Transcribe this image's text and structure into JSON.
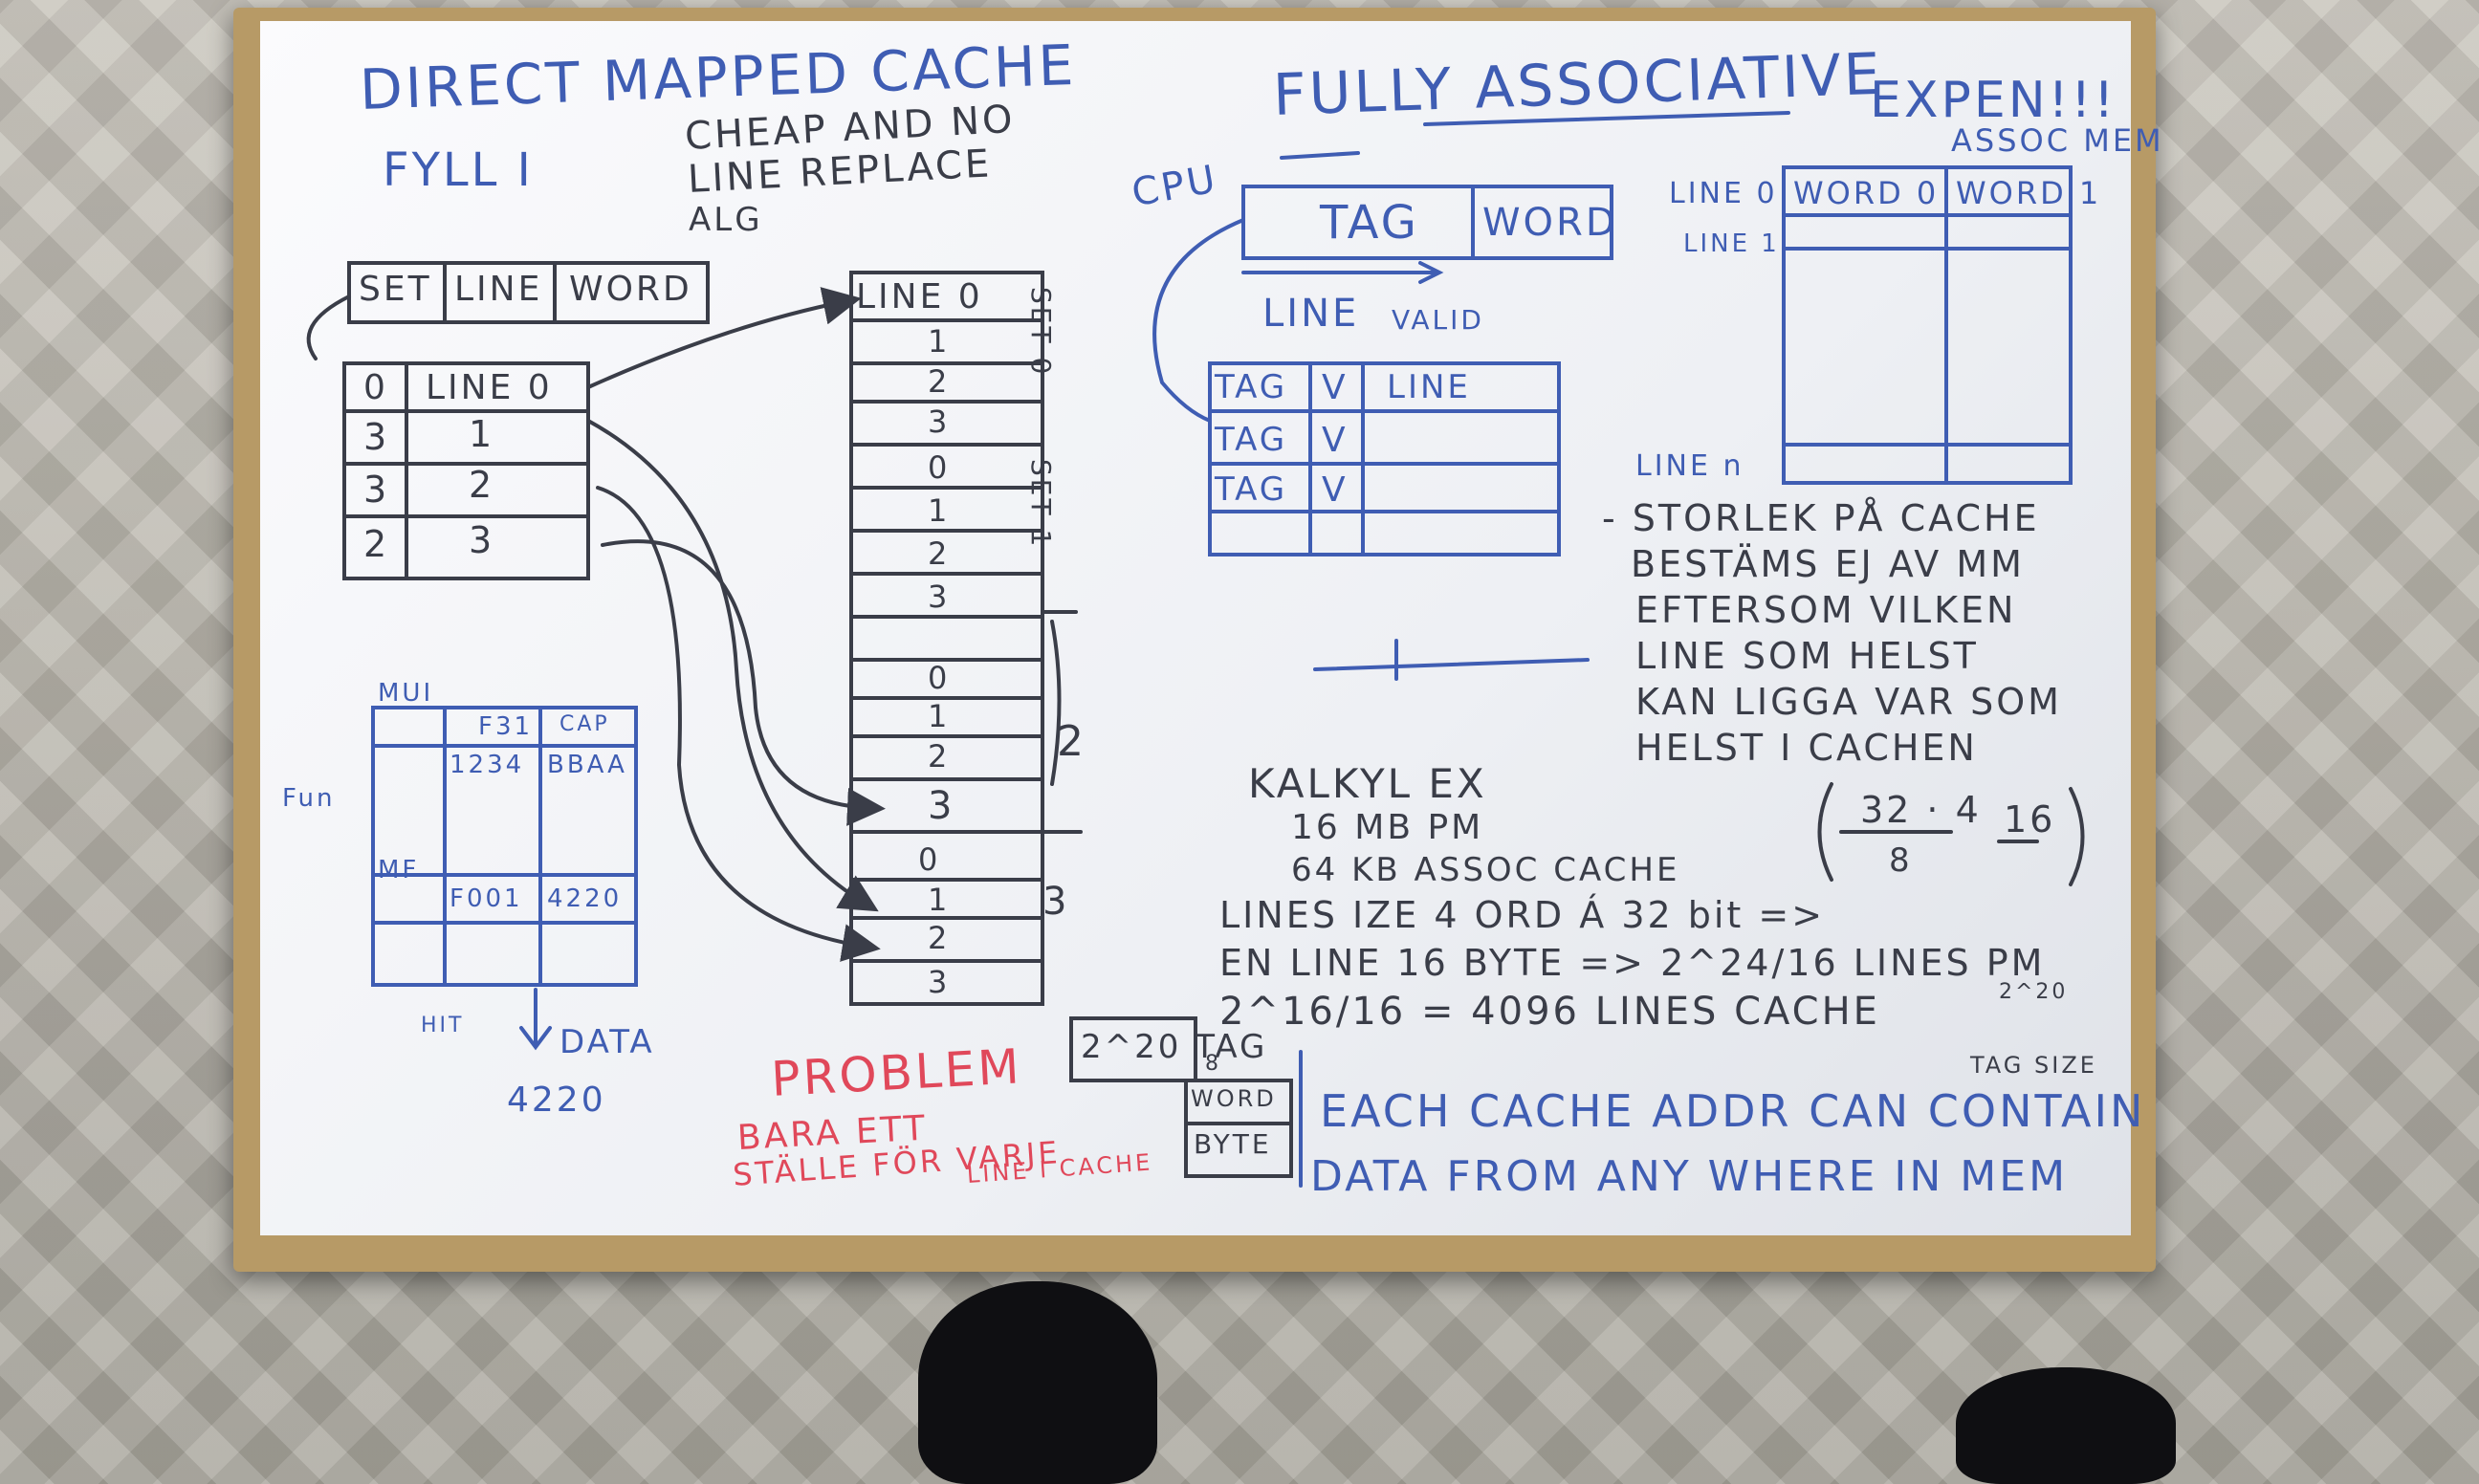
{
  "colors": {
    "board": "#f5f6f9",
    "frame": "#b79a66",
    "marker_blue": "#3f5db3",
    "marker_dark": "#3a3d48",
    "marker_red": "#e0485a"
  },
  "direct_mapped": {
    "title": "DIRECT MAPPED CACHE",
    "subtitle": "FYLL I",
    "note_1": "CHEAP AND NO",
    "note_2": "LINE REPLACE",
    "note_3": "ALG",
    "address_fields": [
      "SET",
      "LINE",
      "WORD"
    ],
    "table_header": [
      "0",
      "LINE 0"
    ],
    "table_rows": [
      [
        "3",
        "1"
      ],
      [
        "3",
        "2"
      ],
      [
        "2",
        "3"
      ]
    ],
    "memory_lines": [
      "LINE 0",
      "1",
      "2",
      "3",
      "0",
      "1",
      "2",
      "3",
      "0",
      "1",
      "2",
      "3",
      "0",
      "1",
      "2",
      "3"
    ],
    "brace_labels": [
      "SET 0",
      "SET 1",
      "2",
      "3"
    ]
  },
  "small_table": {
    "label_top": "MUI",
    "label_left": "Fun",
    "label_mid": "MF",
    "header": [
      "F31",
      "CAP"
    ],
    "row1": [
      "1234",
      "BBAA"
    ],
    "row2": [
      "F001",
      "4220"
    ],
    "bottom_left": "HIT",
    "data_label": "DATA",
    "data_value": "4220"
  },
  "problem": {
    "title": "PROBLEM",
    "line_1": "BARA ETT",
    "line_2": "STÄLLE FÖR VARJE",
    "line_3": "LINE I CACHE"
  },
  "fully_assoc": {
    "title": "FULLY ASSOCIATIVE",
    "expensive": "EXPEN!!!",
    "assoc": "ASSOC MEM",
    "cpu": "CPU",
    "address_fields": [
      "TAG",
      "WORD"
    ],
    "line_label": "LINE",
    "valid_label": "VALID",
    "rows": [
      [
        "TAG",
        "V",
        "LINE"
      ],
      [
        "TAG",
        "V",
        ""
      ],
      [
        "TAG",
        "V",
        ""
      ]
    ],
    "mem_line_0": "LINE 0",
    "mem_line_1": "LINE 1",
    "mem_line_n": "LINE n",
    "mem_words": [
      "WORD 0",
      "WORD 1"
    ]
  },
  "notes": {
    "line_1": "- STORLEK PÅ CACHE",
    "line_2": "BESTÄMS EJ AV MM",
    "line_3": "EFTERSOM VILKEN",
    "line_4": "LINE SOM HELST",
    "line_5": "KAN LIGGA VAR SOM",
    "line_6": "HELST I CACHEN"
  },
  "calc": {
    "title": "KALKYL EX",
    "line_1": "16 MB PM",
    "line_2": "64 KB ASSOC CACHE",
    "line_3": "LINES IZE 4 ORD Á 32 bit =>",
    "line_4": "EN LINE 16 BYTE => 2^24/16 LINES PM",
    "line_5": "2^16/16 = 4096 LINES CACHE",
    "frac_top": "32 · 4",
    "frac_bottom": "8",
    "frac_result": "16",
    "tag_size": "TAG SIZE",
    "pow_20": "2^20"
  },
  "bottom_box": {
    "tag": "2^20 TAG",
    "subscript": "8",
    "word": "WORD",
    "byte": "BYTE"
  },
  "bottom_text": {
    "line_1": "EACH CACHE ADDR CAN CONTAIN",
    "line_2": "DATA FROM ANY WHERE IN MEM"
  }
}
